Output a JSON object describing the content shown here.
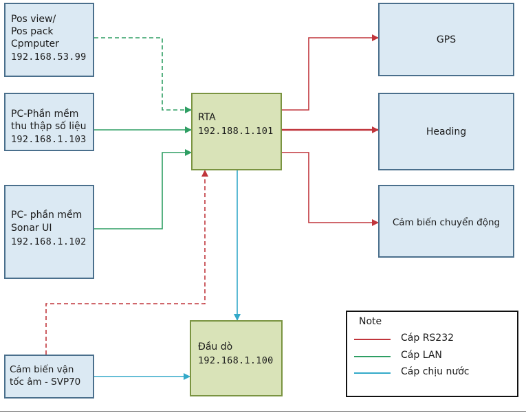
{
  "colors": {
    "rs232": "#c0353b",
    "lan": "#2e9e63",
    "water": "#33a9c9"
  },
  "nodes": {
    "posview": {
      "lines": [
        "Pos view/",
        "Pos pack",
        "Cpmputer"
      ],
      "ip": "192.168.53.99"
    },
    "pc_thu_thap": {
      "lines": [
        "PC-Phần mềm",
        "thu thập số liệu"
      ],
      "ip": "192.168.1.103"
    },
    "pc_sonar": {
      "lines": [
        "PC- phần mềm",
        "Sonar UI"
      ],
      "ip": "192.168.1.102"
    },
    "svp": {
      "lines": [
        "Cảm biến vận",
        "tốc âm - SVP70"
      ]
    },
    "rta": {
      "label": "RTA",
      "ip": "192.188.1.101"
    },
    "daudo": {
      "label": "Đầu dò",
      "ip": "192.168.1.100"
    },
    "gps": {
      "label": "GPS"
    },
    "heading": {
      "label": "Heading"
    },
    "motion": {
      "label": "Cảm biến chuyển động"
    }
  },
  "note": {
    "title": "Note",
    "items": [
      {
        "label": "Cáp RS232",
        "color": "#c0353b"
      },
      {
        "label": "Cáp LAN",
        "color": "#2e9e63"
      },
      {
        "label": "Cáp chịu nước",
        "color": "#33a9c9"
      }
    ]
  }
}
